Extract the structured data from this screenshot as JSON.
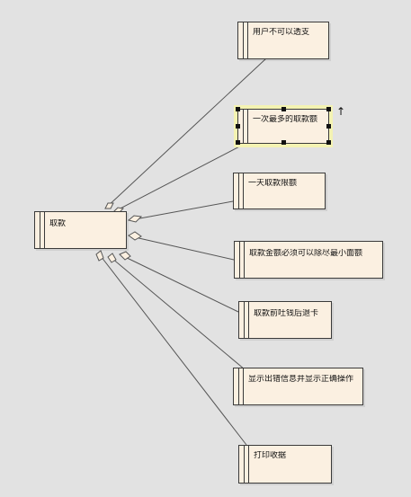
{
  "diagram": {
    "central": {
      "id": "withdraw",
      "label": "取款"
    },
    "nodes": [
      {
        "id": "n1",
        "label": "用户不可以透支"
      },
      {
        "id": "n2",
        "label": "一次最多的取款额",
        "selected": true
      },
      {
        "id": "n3",
        "label": "一天取款限额"
      },
      {
        "id": "n4",
        "label": "取款金额必须可以除尽最小面额"
      },
      {
        "id": "n5",
        "label": "取款前吐钱后退卡"
      },
      {
        "id": "n6",
        "label": "显示出错信息并显示正确操作"
      },
      {
        "id": "n7",
        "label": "打印收据"
      }
    ]
  },
  "colors": {
    "background": "#e2e2e2",
    "node_fill": "#fbf0e1",
    "border": "#3a3a3a",
    "line": "#555555",
    "selection_glow": "#f4f3b2",
    "handle": "#111111"
  },
  "icons": {
    "cursor": "up-arrow-cursor-icon"
  }
}
